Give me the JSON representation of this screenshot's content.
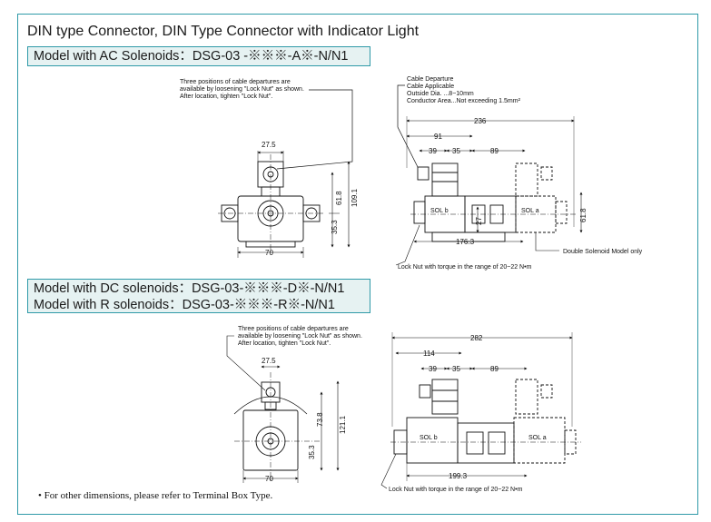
{
  "heading": "DIN type Connector, DIN Type Connector with Indicator Light",
  "section_ac": {
    "label": "Model with AC Solenoids：DSG-03 -※※※-A※-N/N1",
    "left_note": [
      "Three positions of cable departures are",
      "available by loosening \"Lock Nut\" as shown.",
      "After location, tighten \"Lock Nut\"."
    ],
    "right_note": [
      "Cable Departure",
      "Cable Applicable",
      "Outside Dia. ...8~10mm",
      "Conductor Area...Not exceeding 1.5mm²"
    ],
    "dims_left": {
      "width_top": "27.5",
      "width_bottom": "70",
      "h1": "61.8",
      "h2": "109.1",
      "h3": "35.3"
    },
    "dims_right": {
      "total": "236",
      "d91": "91",
      "d39": "39",
      "d35": "35",
      "d89": "89",
      "d176": "176.3",
      "d27": "27",
      "h618": "61.8"
    },
    "sol_a": "SOL a",
    "sol_b": "SOL b",
    "double_note": "Double Solenoid Model only",
    "lock_nut_note": "Lock Nut with torque in the range of  20~22 N•m"
  },
  "section_dc": {
    "label_line1": "Model with DC solenoids：DSG-03-※※※-D※-N/N1",
    "label_line2": "Model with R solenoids：DSG-03-※※※-R※-N/N1",
    "left_note": [
      "Three positions of cable departures are",
      "available by loosening \"Lock Nut\" as shown.",
      "After location, tighten \"Lock Nut\"."
    ],
    "dims_left": {
      "width_top": "27.5",
      "width_bottom": "70",
      "h1": "73.8",
      "h2": "121.1",
      "h3": "35.3"
    },
    "dims_right": {
      "total": "282",
      "d114": "114",
      "d39": "39",
      "d35": "35",
      "d89": "89",
      "d199": "199.3"
    },
    "sol_a": "SOL a",
    "sol_b": "SOL b",
    "lock_nut_note": "Lock Nut with torque in the range of  20~22 N•m"
  },
  "footnote": "• For other dimensions, please refer to Terminal Box Type.",
  "colors": {
    "frame": "#2f9aa8",
    "label_bg": "#e6f2f2"
  }
}
